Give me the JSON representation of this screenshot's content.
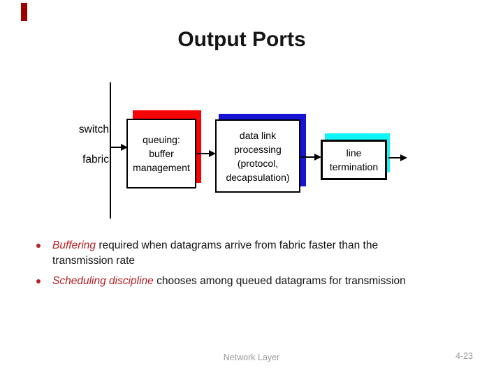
{
  "slide": {
    "title": "Output Ports",
    "footer_left": "Network Layer",
    "footer_page": "4-23"
  },
  "colors": {
    "accent_bar": "#990000",
    "shadow_red": "#f50505",
    "shadow_blue": "#1515d3",
    "shadow_cyan": "#10f5f5",
    "bullet_red": "#b52025",
    "footer_gray": "#9a9a9a"
  },
  "diagram": {
    "source_label": [
      "switch",
      "fabric"
    ],
    "boxes": [
      {
        "name": "queuing-buffer-management",
        "lines": [
          "queuing:",
          "buffer",
          "management"
        ]
      },
      {
        "name": "data-link-processing",
        "lines": [
          "data link",
          "processing",
          "(protocol,",
          "decapsulation)"
        ]
      },
      {
        "name": "line-termination",
        "lines": [
          "line",
          "termination"
        ]
      }
    ]
  },
  "bullets": [
    {
      "lead": "Buffering",
      "rest": " required when datagrams arrive from fabric faster than the transmission rate"
    },
    {
      "lead": "Scheduling discipline",
      "rest": " chooses among queued datagrams for transmission"
    }
  ]
}
